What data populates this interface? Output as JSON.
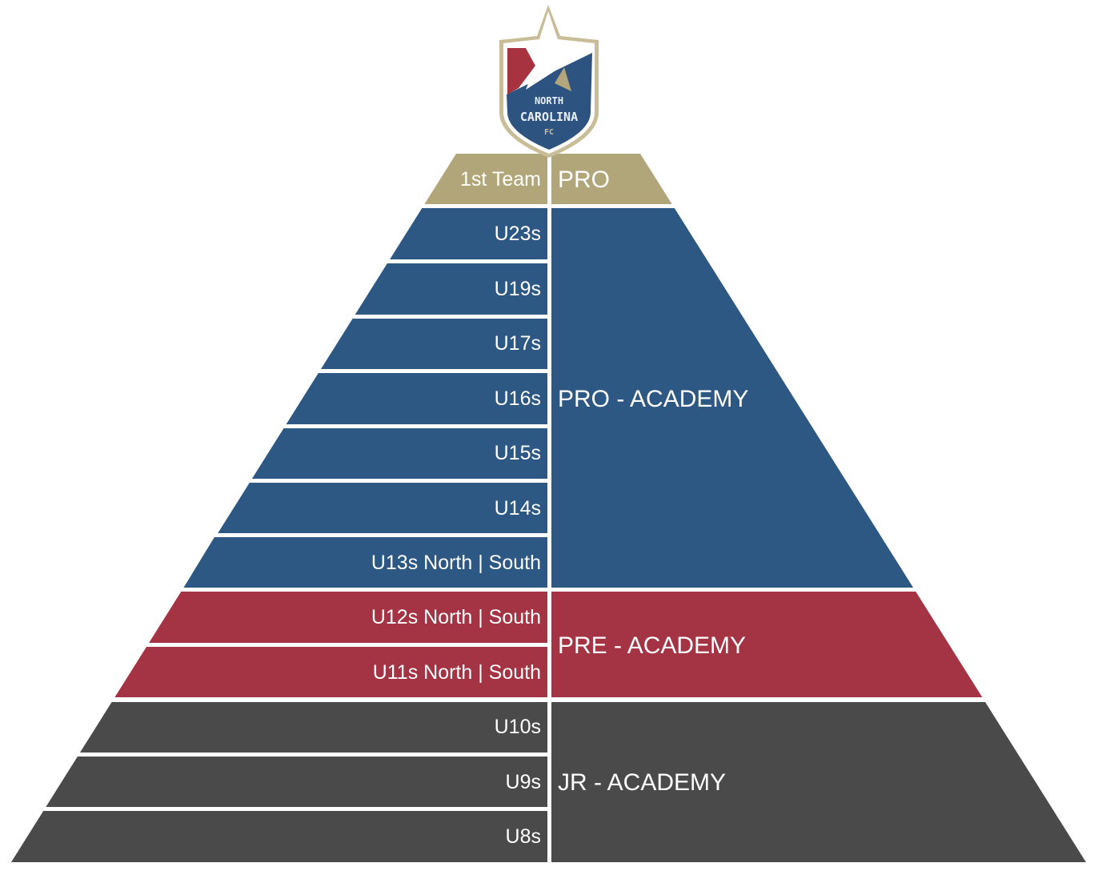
{
  "logo": {
    "name": "North Carolina FC crest",
    "line1": "NORTH",
    "line2": "CAROLINA",
    "line3": "FC",
    "colors": {
      "gold": "#b4a67c",
      "navy": "#2d5481",
      "red": "#a73240",
      "white": "#ffffff"
    }
  },
  "colors": {
    "pro": "#b1a57a",
    "pro_academy": "#2d5883",
    "pre_academy": "#a43343",
    "jr_academy": "#4a4a4a",
    "divider": "#ffffff"
  },
  "tiers": [
    {
      "key": "pro",
      "label": "PRO",
      "teams": [
        "1st Team"
      ]
    },
    {
      "key": "pro_academy",
      "label": "PRO - ACADEMY",
      "teams": [
        "U23s",
        "U19s",
        "U17s",
        "U16s",
        "U15s",
        "U14s",
        "U13s North | South"
      ]
    },
    {
      "key": "pre_academy",
      "label": "PRE - ACADEMY",
      "teams": [
        "U12s North | South",
        "U11s North | South"
      ]
    },
    {
      "key": "jr_academy",
      "label": "JR - ACADEMY",
      "teams": [
        "U10s",
        "U9s",
        "U8s"
      ]
    }
  ]
}
